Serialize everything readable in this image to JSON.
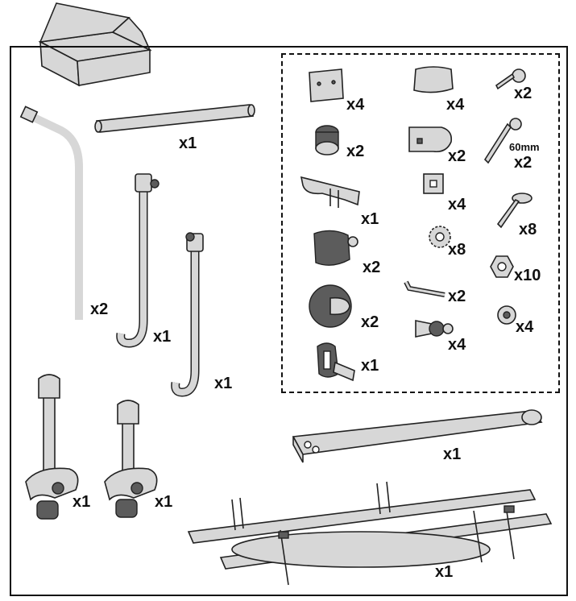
{
  "package_icon": "cardboard-box",
  "parts": {
    "straight_tube": "x1",
    "long_bent_arm": "x2",
    "medium_bent_arm": "x1",
    "short_bent_arm": "x1",
    "bike_holder_left": "x1",
    "bike_holder_right": "x1",
    "rear_rail": "x1",
    "frame_rails": "x1"
  },
  "small_parts": {
    "plate": "x4",
    "cap": "x4",
    "short_screw": "x2",
    "knob_nut": "x2",
    "clamp_bracket": "x2",
    "long_bolt": "x2",
    "long_bolt_length": "60mm",
    "fork_bracket": "x1",
    "square_washer": "x4",
    "carriage_bolt": "x8",
    "knob_clamp": "x2",
    "lock_washer": "x8",
    "hex_nut": "x10",
    "allen_key": "x2",
    "round_clamp": "x2",
    "washer": "x4",
    "screw_rivet": "x4",
    "strap": "x1"
  }
}
